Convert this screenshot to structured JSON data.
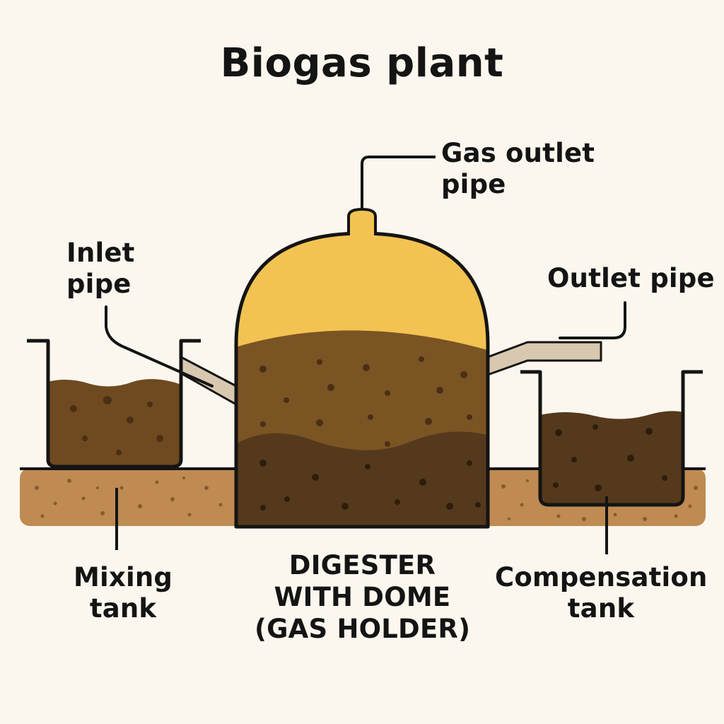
{
  "title": "Biogas plant",
  "labels": {
    "gas_outlet_line1": "Gas outlet",
    "gas_outlet_line2": "pipe",
    "inlet_line1": "Inlet",
    "inlet_line2": "pipe",
    "outlet": "Outlet pipe",
    "mixing_line1": "Mixing",
    "mixing_line2": "tank",
    "digester_line1": "DIGESTER",
    "digester_line2": "WITH DOME",
    "digester_line3": "(GAS HOLDER)",
    "compensation_line1": "Compensation",
    "compensation_line2": "tank"
  },
  "colors": {
    "background": "#fcf7ee",
    "gas_dome": "#f2c352",
    "slurry_upper": "#7b5424",
    "slurry_lower": "#55391d",
    "tank_slurry": "#6f4a20",
    "ground": "#bf8b53",
    "pipe": "#d8c8b0",
    "outline": "#141414"
  }
}
